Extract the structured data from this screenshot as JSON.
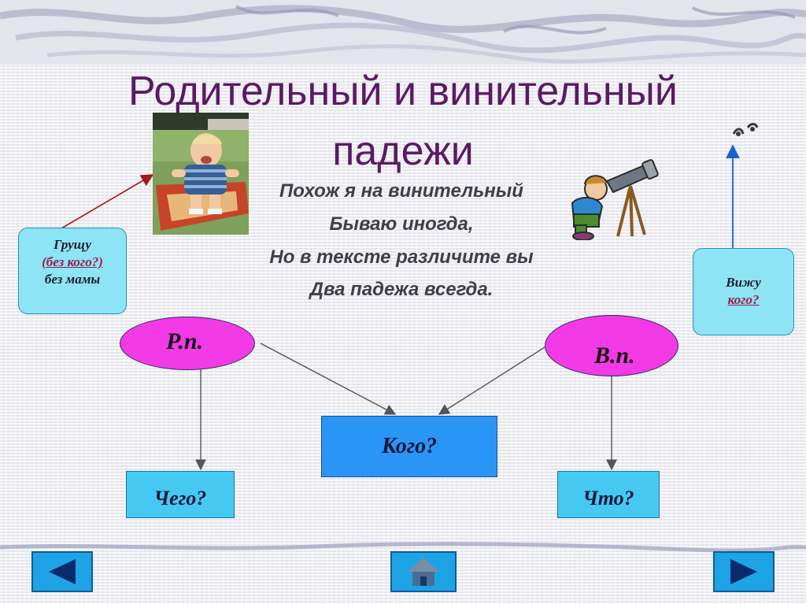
{
  "title": {
    "line1": "Родительный и винительный",
    "line2": "падежи"
  },
  "verse": [
    "Похож я на винительный",
    "Бываю иногда,",
    "Но в тексте различите вы",
    "Два падежа всегда."
  ],
  "left_callout": {
    "line1": "Грущу",
    "line2": "(без кого?)",
    "line3": "без  мамы"
  },
  "right_callout": {
    "line1": "Вижу",
    "line2": "кого?"
  },
  "genitive_ellipse": "Р.п.",
  "accusative_ellipse": "В.п.",
  "shared_question": "Кого?",
  "genitive_question": "Чего?",
  "accusative_question": "Что?",
  "nav": {
    "prev_icon": "triangle-left-icon",
    "home_icon": "home-icon",
    "next_icon": "triangle-right-icon"
  },
  "colors": {
    "title": "#5b1a63",
    "ellipse_fill": "#f23ae6",
    "callout_fill": "#8de4f5",
    "box_light": "#45c9f2",
    "box_blue": "#2b95f5",
    "nav_button": "#1ea3e6"
  }
}
